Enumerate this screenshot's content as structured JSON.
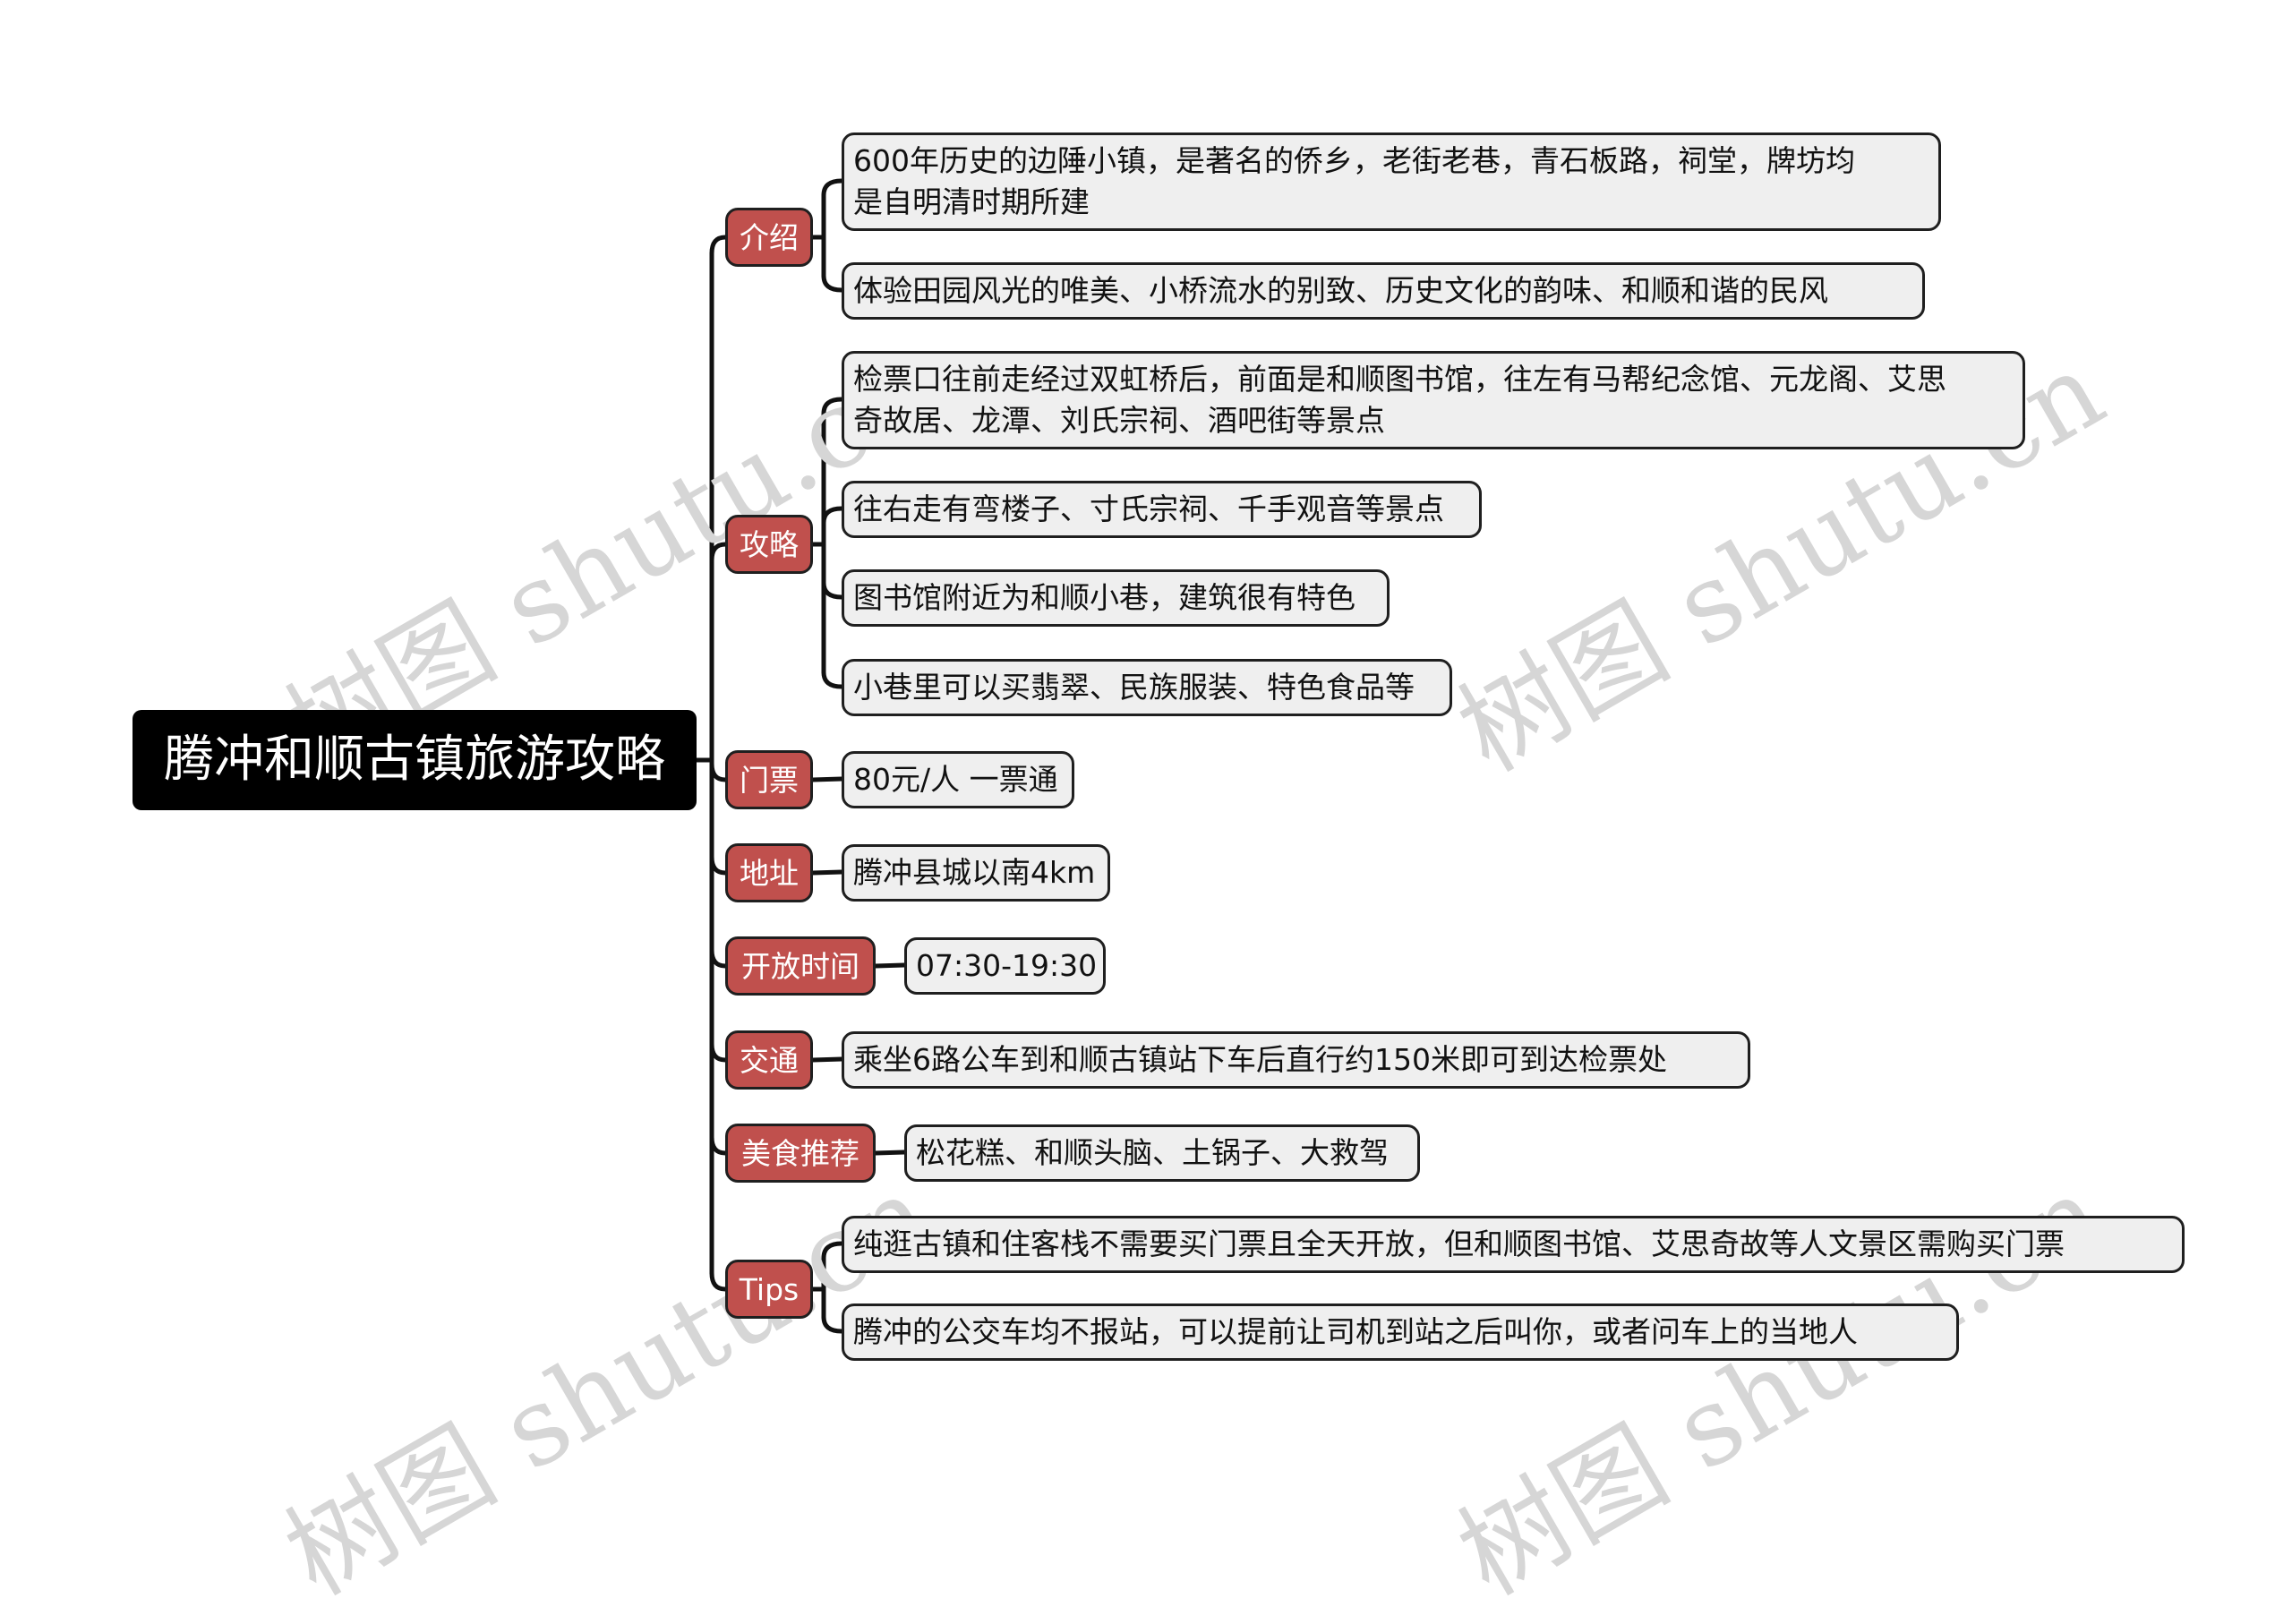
{
  "root": {
    "title": "腾冲和顺古镇旅游攻略"
  },
  "branches": [
    {
      "label": "介绍",
      "items": [
        [
          "600年历史的边陲小镇，是著名的侨乡，老街老巷，青石板路，祠堂，牌坊均",
          "是自明清时期所建"
        ],
        [
          "体验田园风光的唯美、小桥流水的别致、历史文化的韵味、和顺和谐的民风"
        ]
      ]
    },
    {
      "label": "攻略",
      "items": [
        [
          "检票口往前走经过双虹桥后，前面是和顺图书馆，往左有马帮纪念馆、元龙阁、艾思",
          "奇故居、龙潭、刘氏宗祠、酒吧街等景点"
        ],
        [
          "往右走有弯楼子、寸氏宗祠、千手观音等景点"
        ],
        [
          "图书馆附近为和顺小巷，建筑很有特色"
        ],
        [
          "小巷里可以买翡翠、民族服装、特色食品等"
        ]
      ]
    },
    {
      "label": "门票",
      "items": [
        [
          "80元/人 一票通"
        ]
      ]
    },
    {
      "label": "地址",
      "items": [
        [
          "腾冲县城以南4km"
        ]
      ]
    },
    {
      "label": "开放时间",
      "items": [
        [
          "07:30-19:30"
        ]
      ]
    },
    {
      "label": "交通",
      "items": [
        [
          "乘坐6路公车到和顺古镇站下车后直行约150米即可到达检票处"
        ]
      ]
    },
    {
      "label": "美食推荐",
      "items": [
        [
          "松花糕、和顺头脑、土锅子、大救驾"
        ]
      ]
    },
    {
      "label": "Tips",
      "items": [
        [
          "纯逛古镇和住客栈不需要买门票且全天开放，但和顺图书馆、艾思奇故等人文景区需购买门票"
        ],
        [
          "腾冲的公交车均不报站，可以提前让司机到站之后叫你，或者问车上的当地人"
        ]
      ]
    }
  ],
  "watermark": {
    "text": "树图 shutu.cn"
  }
}
